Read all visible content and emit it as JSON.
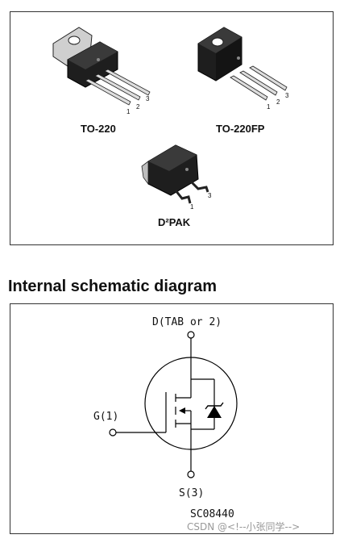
{
  "packages": {
    "to220": {
      "label": "TO-220",
      "pins": [
        "1",
        "2",
        "3"
      ]
    },
    "to220fp": {
      "label": "TO-220FP",
      "pins": [
        "1",
        "2",
        "3"
      ]
    },
    "d2pak": {
      "label": "D²PAK",
      "pins": [
        "1",
        "3"
      ]
    }
  },
  "schematic": {
    "title": "Internal schematic diagram",
    "drain_label": "D(TAB or 2)",
    "gate_label": "G(1)",
    "source_label": "S(3)",
    "code": "SC08440"
  },
  "watermark": "CSDN @<!--小张同学-->"
}
